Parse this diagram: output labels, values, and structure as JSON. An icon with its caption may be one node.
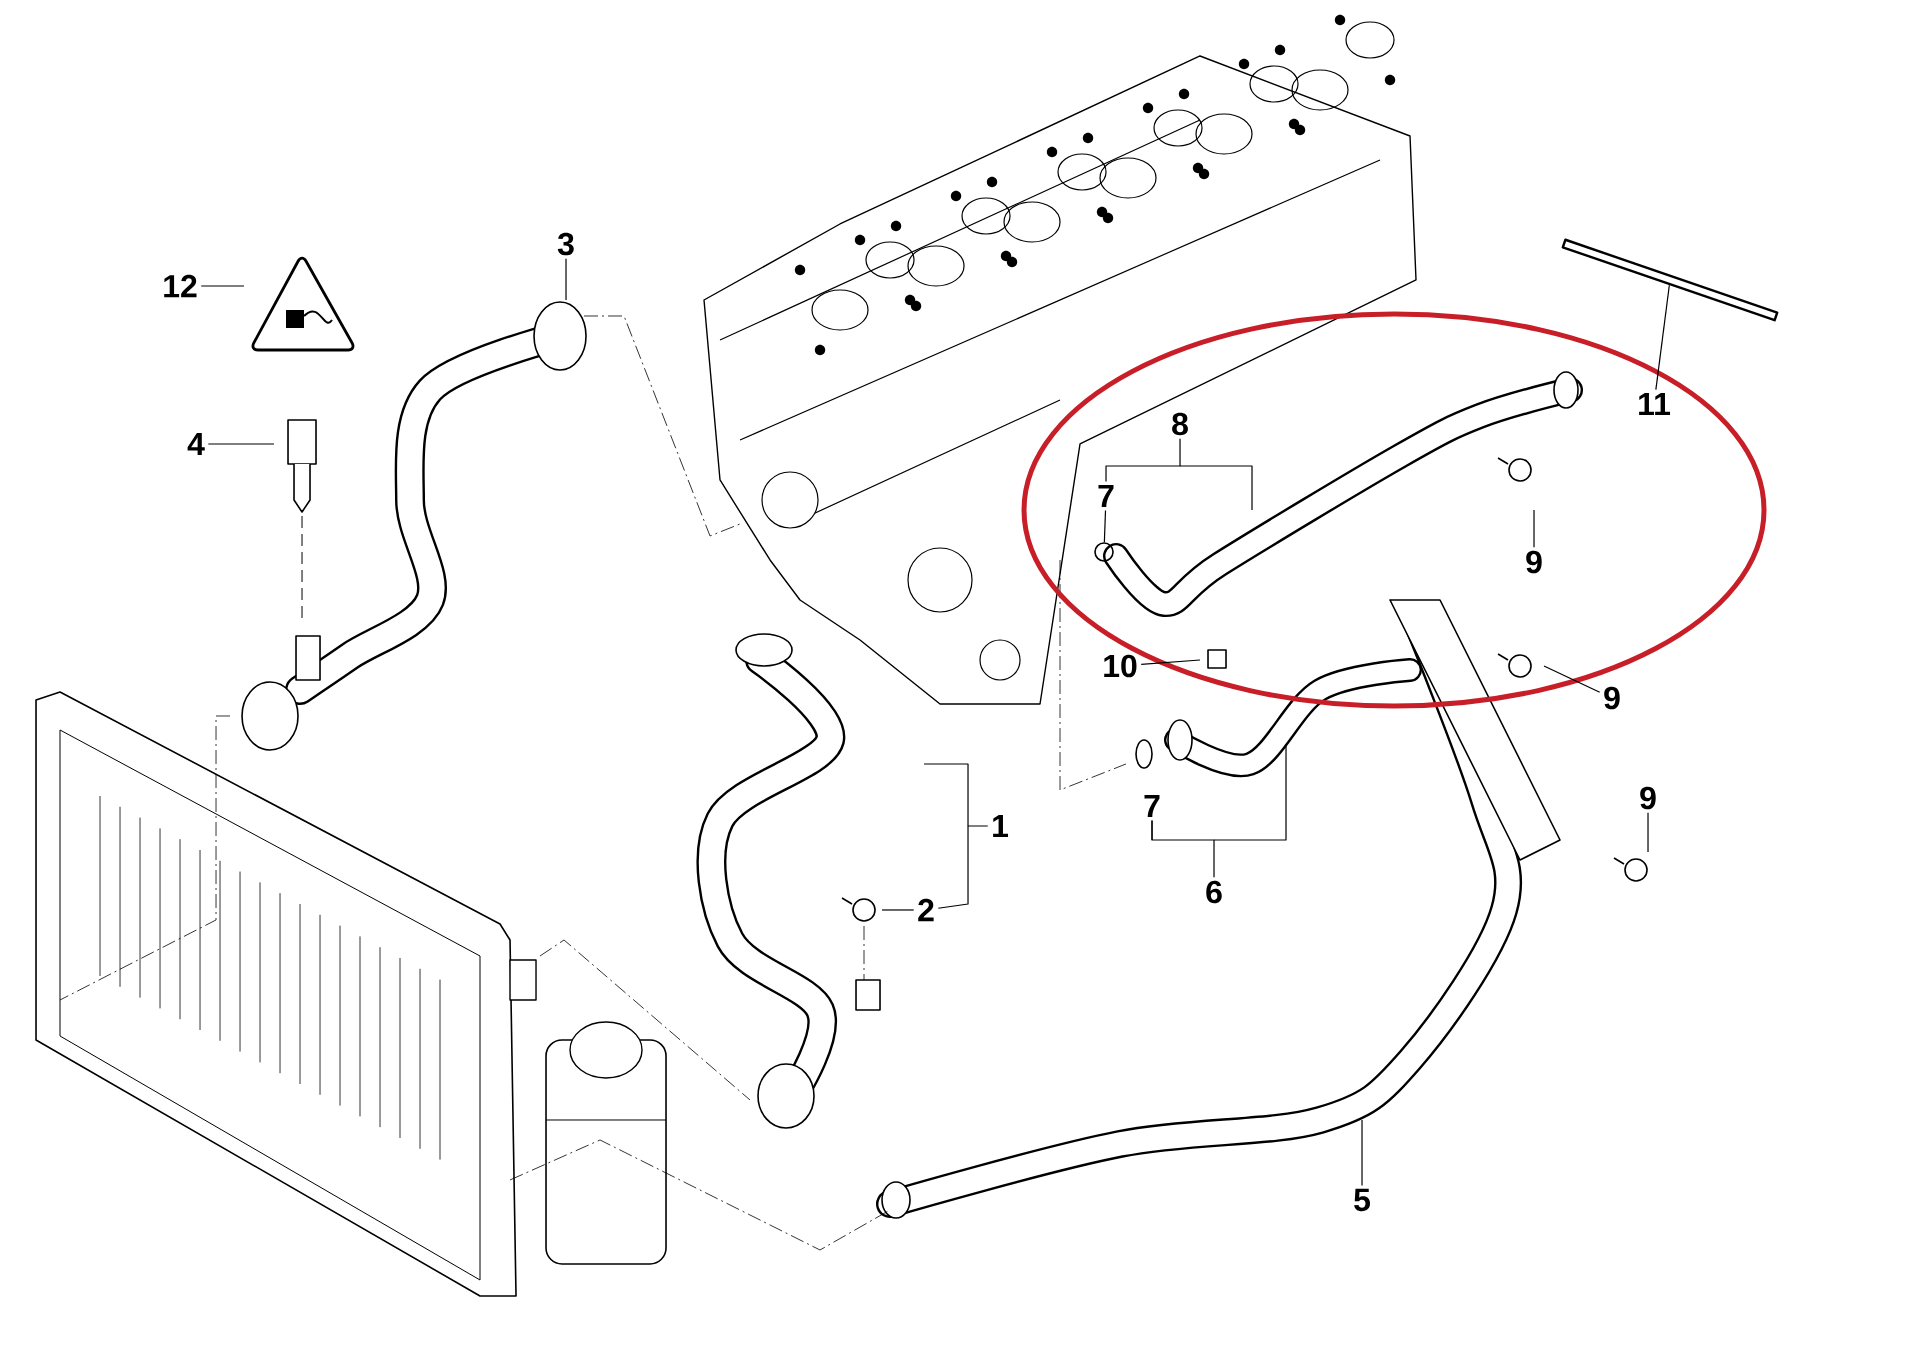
{
  "diagram": {
    "nodes": [
      {
        "text": [
          "3"
        ]
      },
      {
        "text": [
          "12"
        ]
      },
      {
        "text": [
          "11"
        ]
      },
      {
        "text": [
          "8"
        ]
      },
      {
        "text": [
          "4"
        ]
      },
      {
        "text": [
          "7"
        ]
      },
      {
        "text": [
          "9"
        ]
      },
      {
        "text": [
          "10"
        ]
      },
      {
        "text": [
          "9"
        ]
      },
      {
        "text": [
          "9"
        ]
      },
      {
        "text": [
          "7"
        ]
      },
      {
        "text": [
          "1"
        ]
      },
      {
        "text": [
          "6"
        ]
      },
      {
        "text": [
          "2"
        ]
      },
      {
        "text": [
          "5"
        ]
      },
      {
        "text": [],
        "shape": "bar"
      },
      {
        "text": [],
        "shape": "circle"
      }
    ],
    "edges": [
      {
        "from": 0,
        "to": null,
        "arrow": "none"
      },
      {
        "from": 1,
        "to": null,
        "arrow": "none"
      },
      {
        "from": 2,
        "to": 15,
        "arrow": "none"
      },
      {
        "from": 3,
        "to": 5,
        "arrow": "none"
      },
      {
        "from": 4,
        "to": null,
        "arrow": "none"
      },
      {
        "from": 5,
        "to": 16,
        "arrow": "none"
      },
      {
        "from": 6,
        "to": null,
        "arrow": "none"
      },
      {
        "from": 7,
        "to": null,
        "arrow": "none"
      },
      {
        "from": 8,
        "to": null,
        "arrow": "none"
      },
      {
        "from": 9,
        "to": null,
        "arrow": "none"
      },
      {
        "from": 10,
        "to": null,
        "arrow": "none"
      },
      {
        "from": 11,
        "to": 13,
        "arrow": "none"
      },
      {
        "from": 12,
        "to": 10,
        "arrow": "none"
      },
      {
        "from": 13,
        "to": null,
        "arrow": "none"
      },
      {
        "from": 14,
        "to": null,
        "arrow": "none"
      }
    ]
  }
}
